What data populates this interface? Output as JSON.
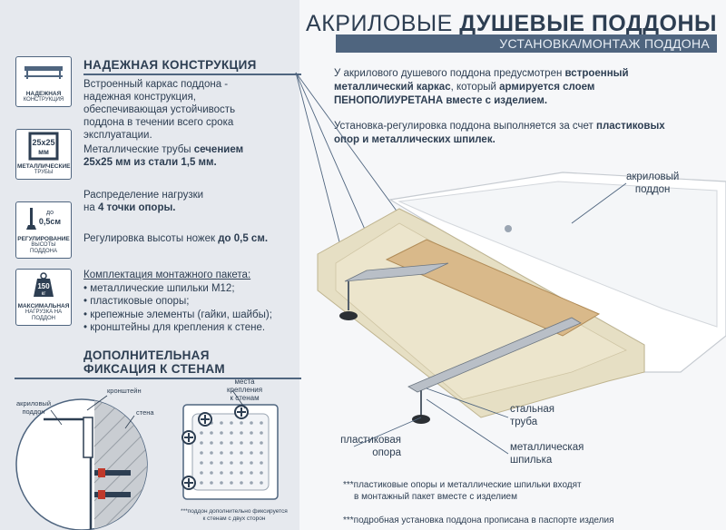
{
  "header": {
    "title_regular": "АКРИЛОВЫЕ ",
    "title_bold": "ДУШЕВЫЕ ПОДДОНЫ",
    "subtitle": "УСТАНОВКА/МОНТАЖ ПОДДОНА"
  },
  "icons": [
    {
      "caption_bold": "НАДЕЖНАЯ",
      "caption": "КОНСТРУКЦИЯ"
    },
    {
      "inner": "25х25",
      "inner_unit": "мм",
      "caption_bold": "МЕТАЛЛИЧЕСКИЕ",
      "caption": "ТРУБЫ"
    },
    {
      "inner": "0,5см",
      "inner_top": "до",
      "caption_bold": "РЕГУЛИРОВАНИЕ",
      "caption": "ВЫСОТЫ ПОДДОНА"
    },
    {
      "inner": "150",
      "inner_unit": "кг",
      "caption_bold": "МАКСИМАЛЬНАЯ",
      "caption": "НАГРУЗКА НА ПОДДОН"
    }
  ],
  "section1": {
    "heading": "НАДЕЖНАЯ КОНСТРУКЦИЯ",
    "p1_a": "Встроенный каркас поддона -",
    "p1_b": "надежная конструкция,",
    "p1_c": "обеспечивающая устойчивость",
    "p1_d": "поддона в течении всего срока",
    "p1_e": "эксплуатации.",
    "p2_a": "Металлические трубы ",
    "p2_b": "сечением",
    "p2_c": "25х25 мм из стали 1,5 мм.",
    "p3_a": "Распределение нагрузки",
    "p3_b": "на ",
    "p3_c": "4 точки опоры.",
    "p4_a": "Регулировка высоты ножек ",
    "p4_b": "до 0,5 см.",
    "kit_title": "Комплектация монтажного пакета:",
    "kit": [
      "металлические шпильки М12;",
      "пластиковые опоры;",
      "крепежные элементы (гайки, шайбы);",
      "кронштейны для крепления к стене."
    ]
  },
  "section2": {
    "heading_1": "ДОПОЛНИТЕЛЬНАЯ",
    "heading_2": "ФИКСАЦИЯ К СТЕНАМ",
    "lbl_tray_1": "акриловый",
    "lbl_tray_2": "поддон",
    "lbl_bracket": "кронштейн",
    "lbl_wall": "стена",
    "lbl_places_1": "места",
    "lbl_places_2": "крепления",
    "lbl_places_3": "к стенам",
    "footnote_1": "***поддон дополнительно фиксируется",
    "footnote_2": "к стенам с двух сторон"
  },
  "main": {
    "intro_1a": "У акрилового душевого поддона предусмотрен ",
    "intro_1b": "встроенный",
    "intro_2a": "металлический каркас",
    "intro_2b": ", который ",
    "intro_2c": "армируется слоем",
    "intro_3a": "ПЕНОПОЛИУРЕТАНА вместе с изделием.",
    "adj_1a": "Установка-регулировка поддона выполняется за счет ",
    "adj_1b": "пластиковых",
    "adj_2": "опор и металлических шпилек.",
    "lbl_acrylic_1": "акриловый",
    "lbl_acrylic_2": "поддон",
    "lbl_steel_1": "стальная",
    "lbl_steel_2": "труба",
    "lbl_plastic_1": "пластиковая",
    "lbl_plastic_2": "опора",
    "lbl_metal_1": "металлическая",
    "lbl_metal_2": "шпилька",
    "note_1a": "***пластиковые опоры и металлические шпильки входят",
    "note_1b": "в монтажный пакет вместе с изделием",
    "note_2": "***подробная установка поддона прописана в паспорте изделия"
  },
  "colors": {
    "accent": "#4f657f",
    "text": "#2d3e52",
    "background": "#e6e9ee"
  }
}
